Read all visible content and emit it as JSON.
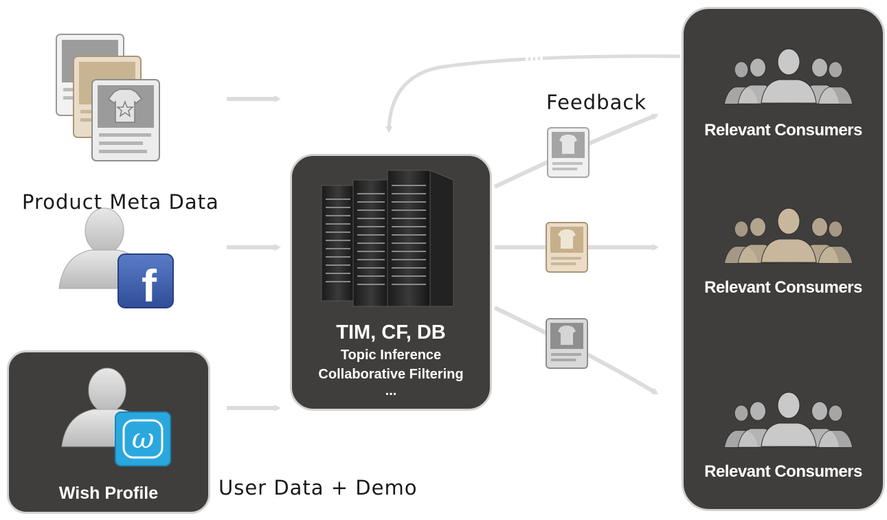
{
  "inputs": {
    "product_label": "Product Meta Data",
    "user_label": "User Data + Demo",
    "wish_profile_label": "Wish Profile",
    "facebook_glyph": "f",
    "wish_glyph": "ω"
  },
  "engine": {
    "title": "TIM, CF, DB",
    "line1": "Topic Inference",
    "line2": "Collaborative Filtering",
    "line3": "..."
  },
  "feedback_label": "Feedback",
  "consumers": [
    {
      "label": "Relevant Consumers",
      "tone": "#c9c9c9"
    },
    {
      "label": "Relevant Consumers",
      "tone": "#c8b79c"
    },
    {
      "label": "Relevant Consumers",
      "tone": "#c9c9c9"
    }
  ],
  "colors": {
    "panel": "#3f3e3d",
    "arrow": "#dcdcdc",
    "facebook_blue": "#3b5aa8",
    "wish_blue": "#2aa8de",
    "product_beige": "#cdb99b"
  },
  "icons": {
    "product_stack": "product-card-stack-icon",
    "facebook_user": "facebook-user-icon",
    "wish_user": "wish-user-icon",
    "server": "server-rack-icon",
    "consumer_group": "consumer-group-icon",
    "product_card": "product-card-icon"
  }
}
